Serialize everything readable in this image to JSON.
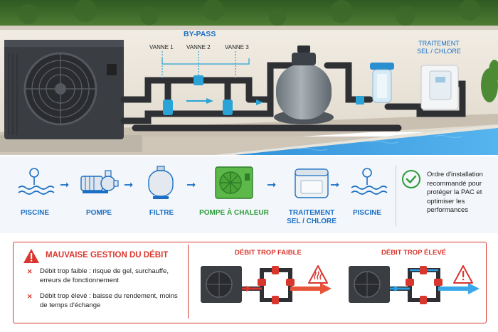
{
  "photo": {
    "bypass_label": "BY-PASS",
    "valve1": "VANNE 1",
    "valve2": "VANNE 2",
    "valve3": "VANNE 3",
    "treatment_label_line1": "TRAITEMENT",
    "treatment_label_line2": "SEL / CHLORE"
  },
  "flow": {
    "steps": [
      {
        "label": "PISCINE",
        "icon": "pool-icon"
      },
      {
        "label": "POMPE",
        "icon": "pump-icon"
      },
      {
        "label": "FILTRE",
        "icon": "filter-icon"
      },
      {
        "label": "POMPE À CHALEUR",
        "icon": "heat-pump-icon"
      },
      {
        "label_line1": "TRAITEMENT",
        "label_line2": "SEL / CHLORE",
        "icon": "treatment-icon"
      },
      {
        "label": "PISCINE",
        "icon": "pool-icon"
      }
    ],
    "note": "Ordre d'installation recommandé pour protéger la PAC et optimiser les performances"
  },
  "warning": {
    "title": "MAUVAISE GESTION DU DÉBIT",
    "item1": "Débit trop faible : risque de gel, surchauffe, erreurs de fonctionnement",
    "item2": "Débit trop élevé : baisse du rendement, moins de temps d'échange",
    "low_flow_title": "DÉBIT TROP FAIBLE",
    "high_flow_title": "DÉBIT TROP ÉLEVÉ"
  },
  "colors": {
    "blue": "#1a6fc4",
    "green": "#2e9b3a",
    "red": "#d9362e"
  }
}
